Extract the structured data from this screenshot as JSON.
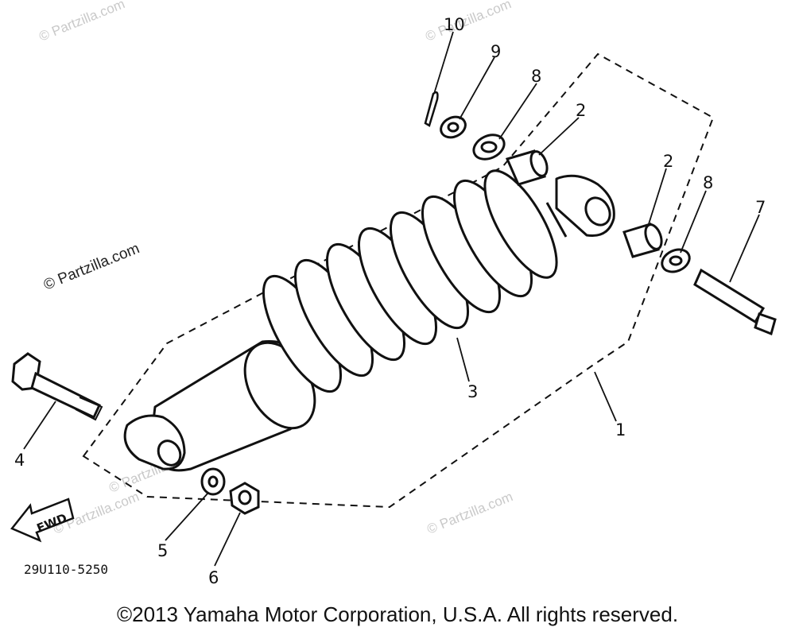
{
  "diagram": {
    "callouts": {
      "c1": "1",
      "c2a": "2",
      "c2b": "2",
      "c3": "3",
      "c4": "4",
      "c5": "5",
      "c6": "6",
      "c7": "7",
      "c8a": "8",
      "c8b": "8",
      "c9": "9",
      "c10": "10"
    },
    "fwd_label": "FWD",
    "part_number": "29U110-5250"
  },
  "watermark": {
    "text": "© Partzilla.com"
  },
  "footer": {
    "copyright": "©2013 Yamaha Motor Corporation, U.S.A. All rights reserved."
  }
}
